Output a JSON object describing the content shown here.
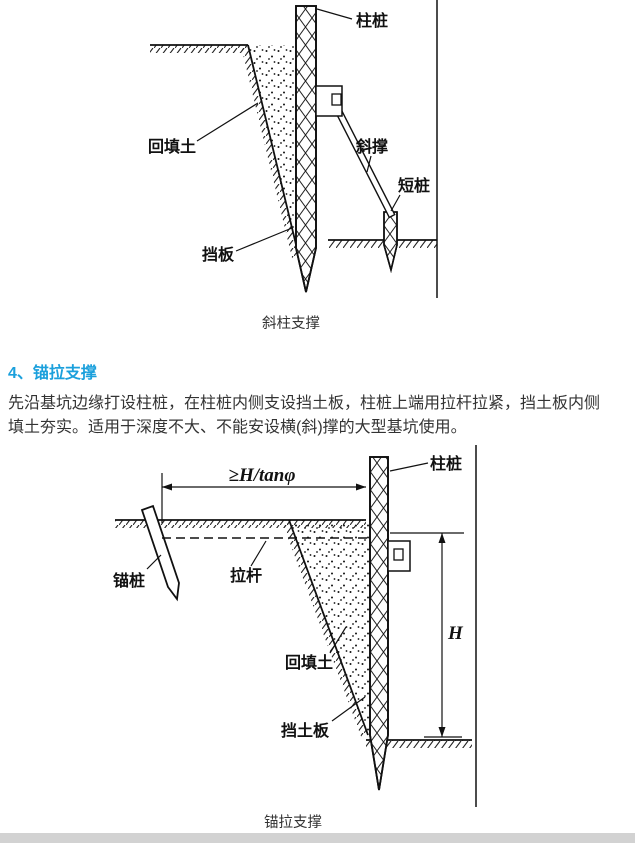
{
  "section": {
    "heading": "4、锚拉支撑",
    "body": "先沿基坑边缘打设柱桩，在柱桩内侧支设挡土板，柱桩上端用拉杆拉紧，挡土板内侧填土夯实。适用于深度不大、不能安设横(斜)撑的大型基坑使用。"
  },
  "colors": {
    "heading_accent": "#1ba0dc",
    "line_ink": "#111111",
    "footer_bar": "#d2d2d2"
  },
  "figure1": {
    "caption": "斜柱支撑",
    "labels": {
      "column_pile": "柱桩",
      "backfill": "回填土",
      "diagonal_brace": "斜撑",
      "short_pile": "短桩",
      "retaining_board": "挡板"
    }
  },
  "figure2": {
    "caption": "锚拉支撑",
    "labels": {
      "dimension": "≥H/tanφ",
      "column_pile": "柱桩",
      "anchor_pile": "锚桩",
      "tie_rod": "拉杆",
      "backfill": "回填土",
      "retaining_board": "挡土板",
      "height": "H"
    }
  }
}
